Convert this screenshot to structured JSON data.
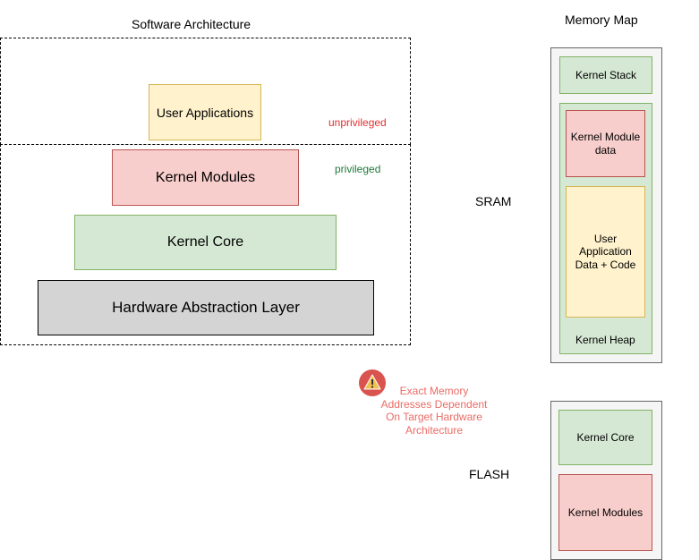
{
  "software": {
    "title": "Software Architecture",
    "user_apps": "User Applications",
    "kernel_modules": "Kernel Modules",
    "kernel_core": "Kernel Core",
    "hal": "Hardware Abstraction Layer",
    "unprivileged": "unprivileged",
    "privileged": "privileged"
  },
  "memory": {
    "title": "Memory Map",
    "sram_label": "SRAM",
    "flash_label": "FLASH",
    "sram": {
      "kernel_stack": "Kernel Stack",
      "kernel_module_data": "Kernel Module data",
      "user_app_data": "User Application Data + Code",
      "kernel_heap": "Kernel Heap"
    },
    "flash": {
      "kernel_core": "Kernel Core",
      "kernel_modules": "Kernel Modules"
    }
  },
  "warning": {
    "icon": "warning-icon",
    "text": "Exact Memory Addresses Dependent On Target Hardware Architecture"
  },
  "colors": {
    "yellow_fill": "#fff2cc",
    "red_fill": "#f8cecc",
    "green_fill": "#d5e8d4",
    "gray_fill": "#d4d4d4",
    "warning_red": "#e04f4f"
  }
}
